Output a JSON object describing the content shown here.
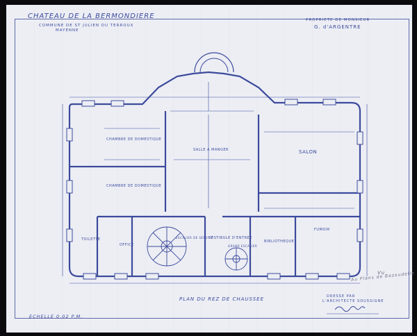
{
  "header": {
    "title": "CHATEAU DE LA BERMONDIERE",
    "commune": "COMMUNE DE ST JULIEN DU TERROUX",
    "department": "MAYENNE",
    "owner_line1": "PROPRIETE DE MONSIEUR",
    "owner_line2": "G. d'ARGENTRE"
  },
  "rooms": {
    "chambre_domestique_1": "CHAMBRE DE DOMESTIQUE",
    "chambre_domestique_2": "CHAMBRE DE DOMESTIQUE",
    "salle_a_manger": "SALLE A MANGER",
    "salon": "SALON",
    "office": "OFFICE",
    "toilette": "TOILETTE",
    "escalier_service": "ESCALIER DE SERVICE",
    "vestibule": "VESTIBULE D'ENTREE",
    "grand_escalier": "GRAND ESCALIER",
    "bibliotheque": "BIBLIOTHEQUE",
    "fumoir": "FUMOIR"
  },
  "footer": {
    "plan_title": "PLAN DU REZ DE CHAUSSEE",
    "scale": "ECHELLE 0.02 P.M.",
    "drawn_by_1": "DRESSE PAR",
    "drawn_by_2": "L'ARCHITECTE SOUSSIGNE",
    "vu": "Vu",
    "approval": "Au Plans de Bazoudelle"
  },
  "colors": {
    "ink": "#3c4a9c",
    "paper": "#eceef4",
    "border": "#0b0b0d"
  }
}
